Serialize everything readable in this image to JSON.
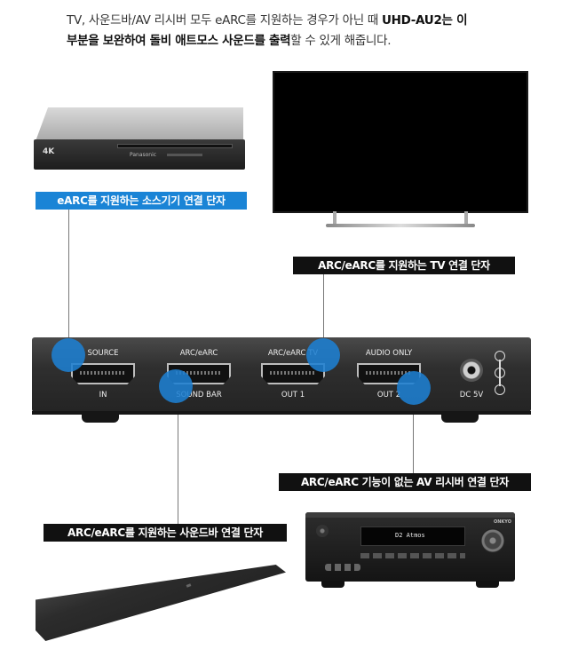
{
  "intro": {
    "line1_plain": "TV, 사운드바/AV 리시버 모두 eARC를 지원하는 경우가 아닌 때 ",
    "line1_bold": "UHD-AU2는 이",
    "line2_bold1": "부분을 보완하여 돌비 애트모스 사운드를 출력",
    "line2_plain": "할 수 있게 해줍니다."
  },
  "labels": {
    "source": "eARC를 지원하는 소스기기 연결 단자",
    "tv": "ARC/eARC를 지원하는 TV 연결 단자",
    "av": "ARC/eARC 기능이 없는 AV 리시버 연결 단자",
    "soundbar": "ARC/eARC를 지원하는 사운드바 연결 단자"
  },
  "ports": [
    {
      "title": "SOURCE",
      "sub": "IN"
    },
    {
      "title": "ARC/eARC",
      "sub": "SOUND BAR"
    },
    {
      "title": "ARC/eARC TV",
      "sub": "OUT 1"
    },
    {
      "title": "AUDIO ONLY",
      "sub": "OUT 2"
    }
  ],
  "power": {
    "label": "DC 5V"
  },
  "devices": {
    "player_logo": "4K",
    "player_brand": "Panasonic",
    "receiver_brand": "ONKYO",
    "receiver_display": "D2 Atmos"
  },
  "colors": {
    "accent_blue": "#1a84d6",
    "label_black": "#111111"
  }
}
